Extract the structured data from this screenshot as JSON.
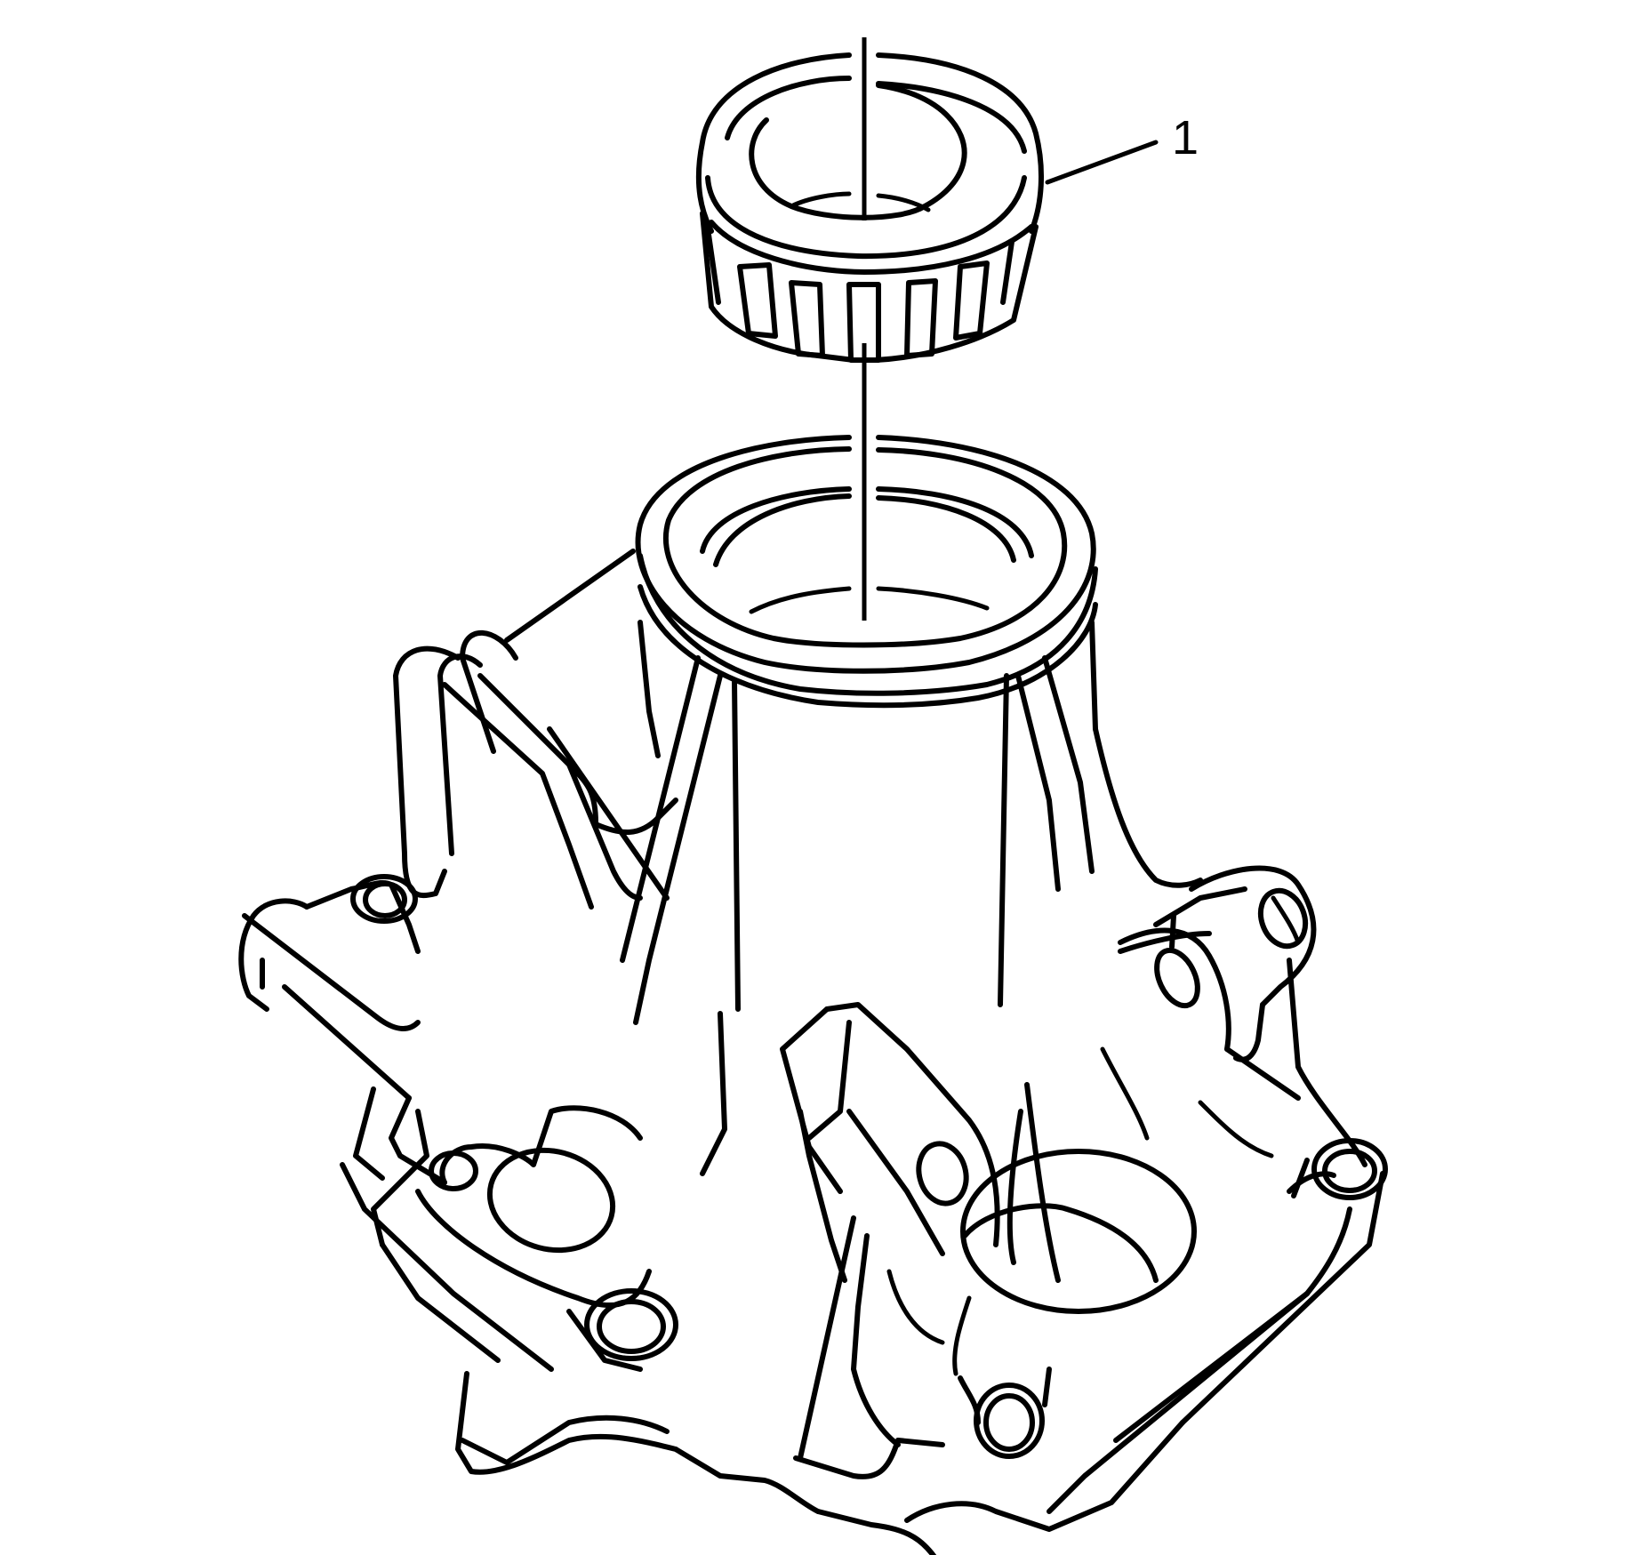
{
  "diagram": {
    "type": "technical-line-illustration",
    "background_color": "#ffffff",
    "line_color": "#000000",
    "components": [
      {
        "id": "bearing",
        "description": "tapered roller bearing / seal (upper part)",
        "callout": "1"
      },
      {
        "id": "housing",
        "description": "housing with cylindrical bore, mounting bosses and bolt holes",
        "callout": ""
      }
    ],
    "callouts": [
      {
        "label": "1",
        "points_to": "bearing"
      }
    ],
    "installation_axis": "vertical centerline through bearing and bore"
  }
}
